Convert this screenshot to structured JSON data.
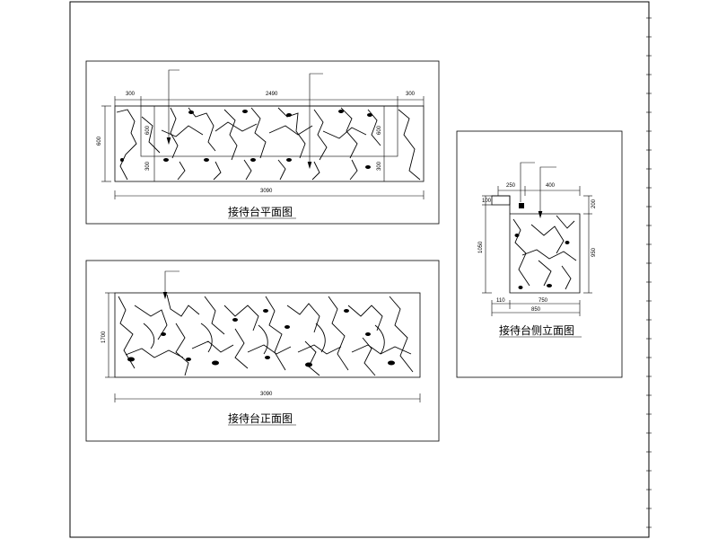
{
  "drawing": {
    "plan": {
      "title": "接待台平面图",
      "dims": {
        "left": "300",
        "middle": "2490",
        "right": "300",
        "total": "3090",
        "depth": "600",
        "inner_left": "600",
        "inner_right": "600"
      },
      "notes": [
        "",
        ""
      ]
    },
    "front": {
      "title": "接待台正面图",
      "dims": {
        "height": "1700",
        "total": "3090"
      },
      "notes": [
        ""
      ]
    },
    "side": {
      "title": "接待台侧立面图",
      "dims": {
        "top_left": "250",
        "top_right": "400",
        "height_left": "1050",
        "height_right": "950",
        "height_top": "100",
        "bottom_left": "110",
        "bottom_mid": "750",
        "bottom_total": "850"
      },
      "notes": [
        "",
        ""
      ]
    }
  }
}
